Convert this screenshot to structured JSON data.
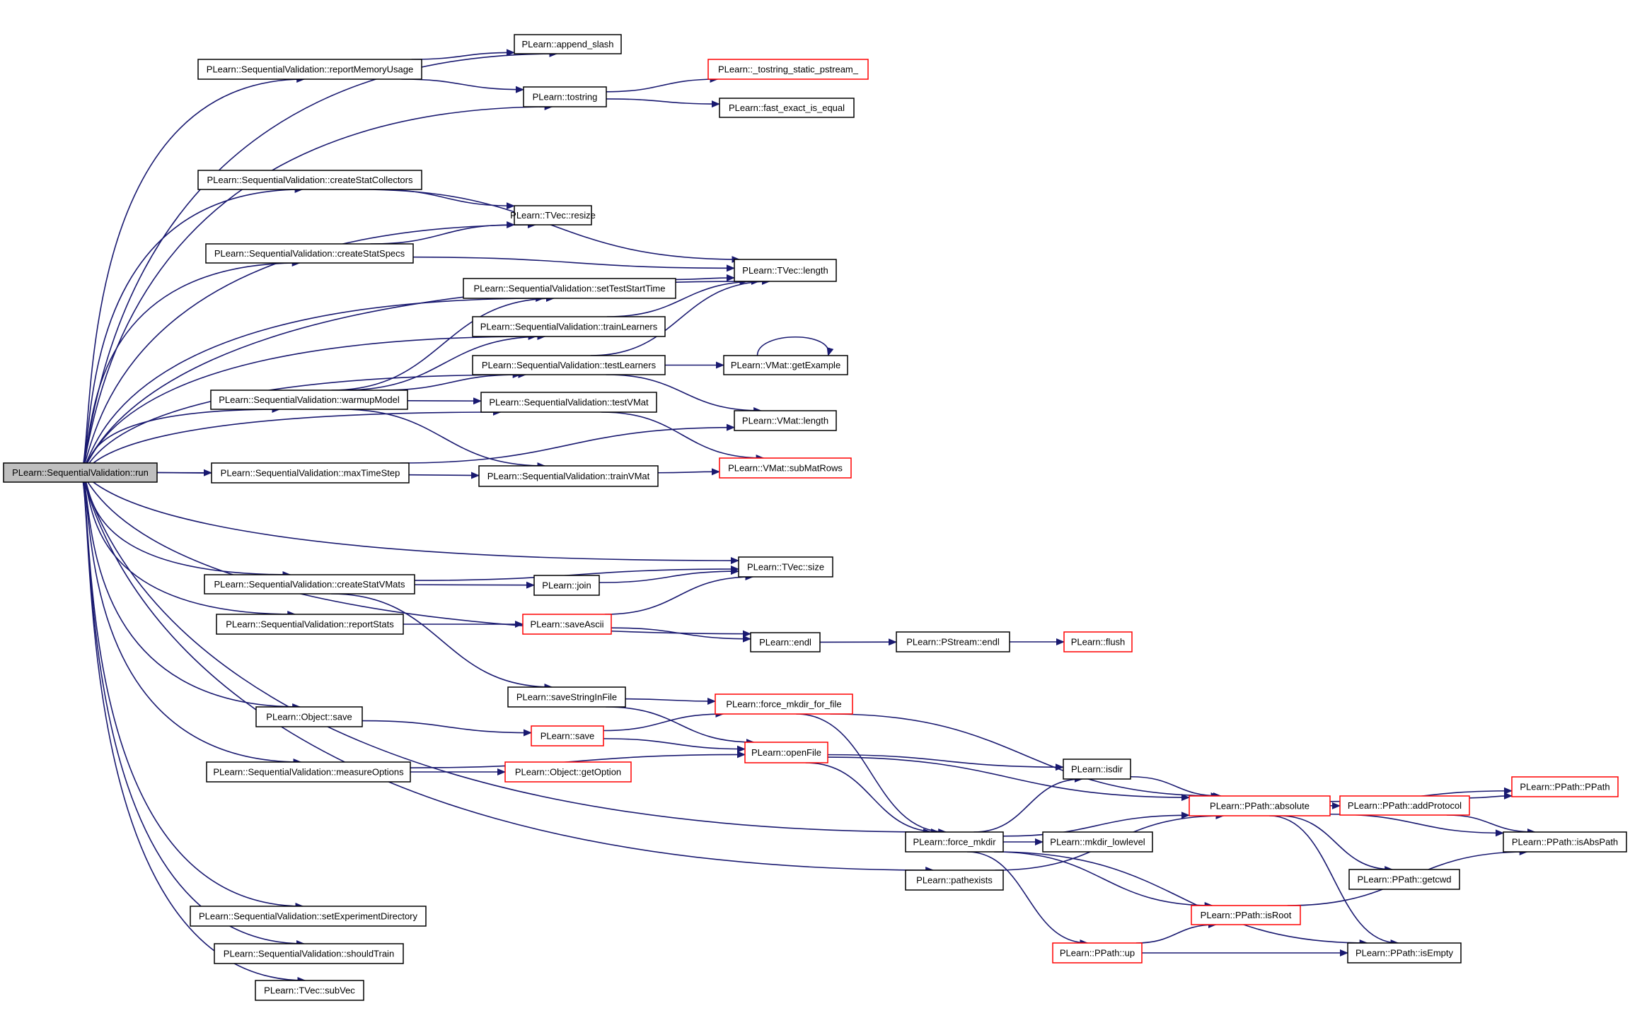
{
  "colors": {
    "edge": "#191970",
    "node_border": "#000000",
    "node_border_truncated": "#ff0000",
    "root_fill": "#bfbfbf",
    "node_fill": "#ffffff"
  },
  "nodes": [
    {
      "id": "run",
      "label": "PLearn::SequentialValidation::run",
      "style": "root"
    },
    {
      "id": "append_slash",
      "label": "PLearn::append_slash",
      "style": "normal"
    },
    {
      "id": "reportMemoryUsage",
      "label": "PLearn::SequentialValidation::reportMemoryUsage",
      "style": "normal"
    },
    {
      "id": "tostring",
      "label": "PLearn::tostring",
      "style": "normal"
    },
    {
      "id": "tostring_static",
      "label": "PLearn::_tostring_static_pstream_",
      "style": "truncated"
    },
    {
      "id": "fast_exact",
      "label": "PLearn::fast_exact_is_equal",
      "style": "normal"
    },
    {
      "id": "createStatCollectors",
      "label": "PLearn::SequentialValidation::createStatCollectors",
      "style": "normal"
    },
    {
      "id": "tvec_resize",
      "label": "PLearn::TVec::resize",
      "style": "normal"
    },
    {
      "id": "createStatSpecs",
      "label": "PLearn::SequentialValidation::createStatSpecs",
      "style": "normal"
    },
    {
      "id": "tvec_length",
      "label": "PLearn::TVec::length",
      "style": "normal"
    },
    {
      "id": "setTestStartTime",
      "label": "PLearn::SequentialValidation::setTestStartTime",
      "style": "normal"
    },
    {
      "id": "trainLearners",
      "label": "PLearn::SequentialValidation::trainLearners",
      "style": "normal"
    },
    {
      "id": "testLearners",
      "label": "PLearn::SequentialValidation::testLearners",
      "style": "normal"
    },
    {
      "id": "getExample",
      "label": "PLearn::VMat::getExample",
      "style": "normal"
    },
    {
      "id": "warmupModel",
      "label": "PLearn::SequentialValidation::warmupModel",
      "style": "normal"
    },
    {
      "id": "testVMat",
      "label": "PLearn::SequentialValidation::testVMat",
      "style": "normal"
    },
    {
      "id": "vmat_length",
      "label": "PLearn::VMat::length",
      "style": "normal"
    },
    {
      "id": "maxTimeStep",
      "label": "PLearn::SequentialValidation::maxTimeStep",
      "style": "normal"
    },
    {
      "id": "trainVMat",
      "label": "PLearn::SequentialValidation::trainVMat",
      "style": "normal"
    },
    {
      "id": "subMatRows",
      "label": "PLearn::VMat::subMatRows",
      "style": "truncated"
    },
    {
      "id": "createStatVMats",
      "label": "PLearn::SequentialValidation::createStatVMats",
      "style": "normal"
    },
    {
      "id": "tvec_size",
      "label": "PLearn::TVec::size",
      "style": "normal"
    },
    {
      "id": "join",
      "label": "PLearn::join",
      "style": "normal"
    },
    {
      "id": "reportStats",
      "label": "PLearn::SequentialValidation::reportStats",
      "style": "normal"
    },
    {
      "id": "saveAscii",
      "label": "PLearn::saveAscii",
      "style": "truncated"
    },
    {
      "id": "endl",
      "label": "PLearn::endl",
      "style": "normal"
    },
    {
      "id": "pstream_endl",
      "label": "PLearn::PStream::endl",
      "style": "normal"
    },
    {
      "id": "flush",
      "label": "PLearn::flush",
      "style": "truncated"
    },
    {
      "id": "saveStringInFile",
      "label": "PLearn::saveStringInFile",
      "style": "normal"
    },
    {
      "id": "object_save",
      "label": "PLearn::Object::save",
      "style": "normal"
    },
    {
      "id": "force_mkdir_for_file",
      "label": "PLearn::force_mkdir_for_file",
      "style": "truncated"
    },
    {
      "id": "save",
      "label": "PLearn::save",
      "style": "truncated"
    },
    {
      "id": "openFile",
      "label": "PLearn::openFile",
      "style": "truncated"
    },
    {
      "id": "measureOptions",
      "label": "PLearn::SequentialValidation::measureOptions",
      "style": "normal"
    },
    {
      "id": "getOption",
      "label": "PLearn::Object::getOption",
      "style": "truncated"
    },
    {
      "id": "isdir",
      "label": "PLearn::isdir",
      "style": "normal"
    },
    {
      "id": "absolute",
      "label": "PLearn::PPath::absolute",
      "style": "truncated"
    },
    {
      "id": "addProtocol",
      "label": "PLearn::PPath::addProtocol",
      "style": "truncated"
    },
    {
      "id": "ppath",
      "label": "PLearn::PPath::PPath",
      "style": "truncated"
    },
    {
      "id": "force_mkdir",
      "label": "PLearn::force_mkdir",
      "style": "normal"
    },
    {
      "id": "mkdir_lowlevel",
      "label": "PLearn::mkdir_lowlevel",
      "style": "normal"
    },
    {
      "id": "isAbsPath",
      "label": "PLearn::PPath::isAbsPath",
      "style": "normal"
    },
    {
      "id": "pathexists",
      "label": "PLearn::pathexists",
      "style": "normal"
    },
    {
      "id": "getcwd",
      "label": "PLearn::PPath::getcwd",
      "style": "normal"
    },
    {
      "id": "setExperimentDirectory",
      "label": "PLearn::SequentialValidation::setExperimentDirectory",
      "style": "normal"
    },
    {
      "id": "isRoot",
      "label": "PLearn::PPath::isRoot",
      "style": "truncated"
    },
    {
      "id": "shouldTrain",
      "label": "PLearn::SequentialValidation::shouldTrain",
      "style": "normal"
    },
    {
      "id": "up",
      "label": "PLearn::PPath::up",
      "style": "truncated"
    },
    {
      "id": "isEmpty",
      "label": "PLearn::PPath::isEmpty",
      "style": "normal"
    },
    {
      "id": "subVec",
      "label": "PLearn::TVec::subVec",
      "style": "normal"
    }
  ],
  "edges": [
    [
      "run",
      "append_slash"
    ],
    [
      "run",
      "reportMemoryUsage"
    ],
    [
      "run",
      "tostring"
    ],
    [
      "run",
      "createStatCollectors"
    ],
    [
      "run",
      "tvec_resize"
    ],
    [
      "run",
      "createStatSpecs"
    ],
    [
      "run",
      "tvec_length"
    ],
    [
      "run",
      "setTestStartTime"
    ],
    [
      "run",
      "trainLearners"
    ],
    [
      "run",
      "testLearners"
    ],
    [
      "run",
      "warmupModel"
    ],
    [
      "run",
      "testVMat"
    ],
    [
      "run",
      "maxTimeStep"
    ],
    [
      "run",
      "trainVMat"
    ],
    [
      "run",
      "tvec_size"
    ],
    [
      "run",
      "createStatVMats"
    ],
    [
      "run",
      "reportStats"
    ],
    [
      "run",
      "endl"
    ],
    [
      "run",
      "object_save"
    ],
    [
      "run",
      "measureOptions"
    ],
    [
      "run",
      "force_mkdir"
    ],
    [
      "run",
      "pathexists"
    ],
    [
      "run",
      "setExperimentDirectory"
    ],
    [
      "run",
      "shouldTrain"
    ],
    [
      "run",
      "subVec"
    ],
    [
      "reportMemoryUsage",
      "append_slash"
    ],
    [
      "reportMemoryUsage",
      "tostring"
    ],
    [
      "tostring",
      "tostring_static"
    ],
    [
      "tostring",
      "fast_exact"
    ],
    [
      "createStatCollectors",
      "tvec_resize"
    ],
    [
      "createStatCollectors",
      "tvec_length"
    ],
    [
      "createStatSpecs",
      "tvec_resize"
    ],
    [
      "createStatSpecs",
      "tvec_length"
    ],
    [
      "setTestStartTime",
      "tvec_length"
    ],
    [
      "trainLearners",
      "tvec_length"
    ],
    [
      "testLearners",
      "tvec_length"
    ],
    [
      "testLearners",
      "getExample"
    ],
    [
      "testLearners",
      "vmat_length"
    ],
    [
      "getExample",
      "getExample"
    ],
    [
      "warmupModel",
      "setTestStartTime"
    ],
    [
      "warmupModel",
      "trainLearners"
    ],
    [
      "warmupModel",
      "testLearners"
    ],
    [
      "warmupModel",
      "testVMat"
    ],
    [
      "warmupModel",
      "trainVMat"
    ],
    [
      "testVMat",
      "subMatRows"
    ],
    [
      "maxTimeStep",
      "vmat_length"
    ],
    [
      "trainVMat",
      "subMatRows"
    ],
    [
      "createStatVMats",
      "tvec_size"
    ],
    [
      "createStatVMats",
      "join"
    ],
    [
      "createStatVMats",
      "saveStringInFile"
    ],
    [
      "join",
      "tvec_size"
    ],
    [
      "reportStats",
      "saveAscii"
    ],
    [
      "saveAscii",
      "tvec_size"
    ],
    [
      "saveAscii",
      "endl"
    ],
    [
      "endl",
      "pstream_endl"
    ],
    [
      "pstream_endl",
      "flush"
    ],
    [
      "saveStringInFile",
      "force_mkdir_for_file"
    ],
    [
      "saveStringInFile",
      "openFile"
    ],
    [
      "object_save",
      "save"
    ],
    [
      "save",
      "force_mkdir_for_file"
    ],
    [
      "save",
      "openFile"
    ],
    [
      "force_mkdir_for_file",
      "absolute"
    ],
    [
      "force_mkdir_for_file",
      "force_mkdir"
    ],
    [
      "openFile",
      "absolute"
    ],
    [
      "openFile",
      "isdir"
    ],
    [
      "openFile",
      "force_mkdir"
    ],
    [
      "measureOptions",
      "getOption"
    ],
    [
      "measureOptions",
      "openFile"
    ],
    [
      "isdir",
      "absolute"
    ],
    [
      "force_mkdir",
      "isdir"
    ],
    [
      "force_mkdir",
      "absolute"
    ],
    [
      "force_mkdir",
      "mkdir_lowlevel"
    ],
    [
      "force_mkdir",
      "isRoot"
    ],
    [
      "force_mkdir",
      "up"
    ],
    [
      "force_mkdir",
      "isEmpty"
    ],
    [
      "pathexists",
      "absolute"
    ],
    [
      "absolute",
      "addProtocol"
    ],
    [
      "absolute",
      "ppath"
    ],
    [
      "absolute",
      "isAbsPath"
    ],
    [
      "absolute",
      "getcwd"
    ],
    [
      "absolute",
      "isEmpty"
    ],
    [
      "addProtocol",
      "ppath"
    ],
    [
      "addProtocol",
      "isAbsPath"
    ],
    [
      "isRoot",
      "isAbsPath"
    ],
    [
      "up",
      "isRoot"
    ],
    [
      "up",
      "isEmpty"
    ]
  ]
}
